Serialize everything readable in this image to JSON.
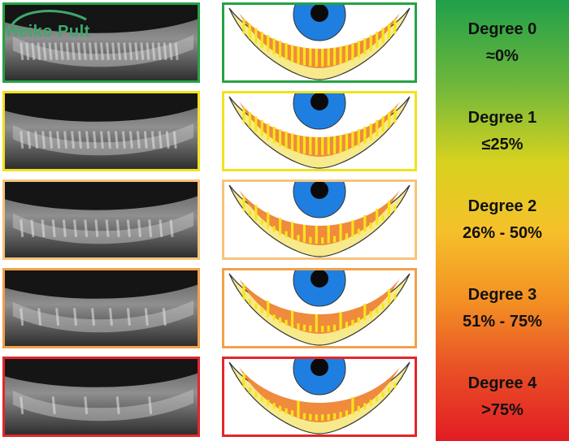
{
  "watermark": {
    "text": "Heiko Pult"
  },
  "scale": {
    "top_color": "#1fa04a",
    "bottom_color": "#e21c24"
  },
  "grades": [
    {
      "degree": "Degree 0",
      "range": "≈0%",
      "frame_color": "#25a345",
      "dropout_fraction": 0.0
    },
    {
      "degree": "Degree 1",
      "range": "≤25%",
      "frame_color": "#f2e21e",
      "dropout_fraction": 0.25
    },
    {
      "degree": "Degree 2",
      "range": "26% - 50%",
      "frame_color": "#f7c47a",
      "dropout_fraction": 0.5
    },
    {
      "degree": "Degree 3",
      "range": "51% - 75%",
      "frame_color": "#f3a04a",
      "dropout_fraction": 0.75
    },
    {
      "degree": "Degree 4",
      "range": ">75%",
      "frame_color": "#e3262a",
      "dropout_fraction": 0.9
    }
  ],
  "colors": {
    "iris": "#1f7fe0",
    "pupil": "#0a0a0a",
    "lid": "#f7ea8c",
    "tarsus": "#f08a3c",
    "gland": "#f7e51c",
    "outline": "#333333"
  }
}
